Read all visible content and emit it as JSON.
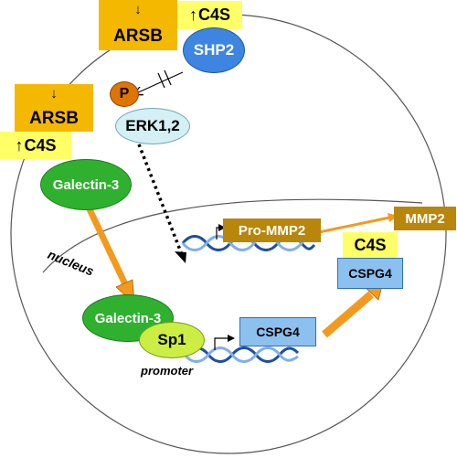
{
  "labels": {
    "arsb_top": "ARSB",
    "arsb_top_arrow": "↓",
    "c4s_top": "C4S",
    "c4s_top_arrow": "↑",
    "shp2": "SHP2",
    "phospho": "P",
    "arsb_left": "ARSB",
    "arsb_left_arrow": "↓",
    "c4s_left": "C4S",
    "c4s_left_arrow": "↑",
    "erk": "ERK1,2",
    "galectin_cyto": "Galectin-3",
    "nucleus": "nucleus",
    "pro_mmp2": "Pro-MMP2",
    "mmp2": "MMP2",
    "c4s_right": "C4S",
    "cspg4_right": "CSPG4",
    "galectin_nuc": "Galectin-3",
    "sp1": "Sp1",
    "cspg4_gene": "CSPG4",
    "promoter": "promoter"
  },
  "colors": {
    "arsb": "#f5b800",
    "c4s": "#ffff66",
    "shp2": "#3d85e0",
    "phospho": "#e07400",
    "erk": "#d4f0f5",
    "galectin": "#2fb12f",
    "sp1": "#ccee44",
    "mmp": "#b8860b",
    "cspg4": "#8cc0ef",
    "orange_arrow": "#f39a1e",
    "dna": "#3a73c8"
  }
}
